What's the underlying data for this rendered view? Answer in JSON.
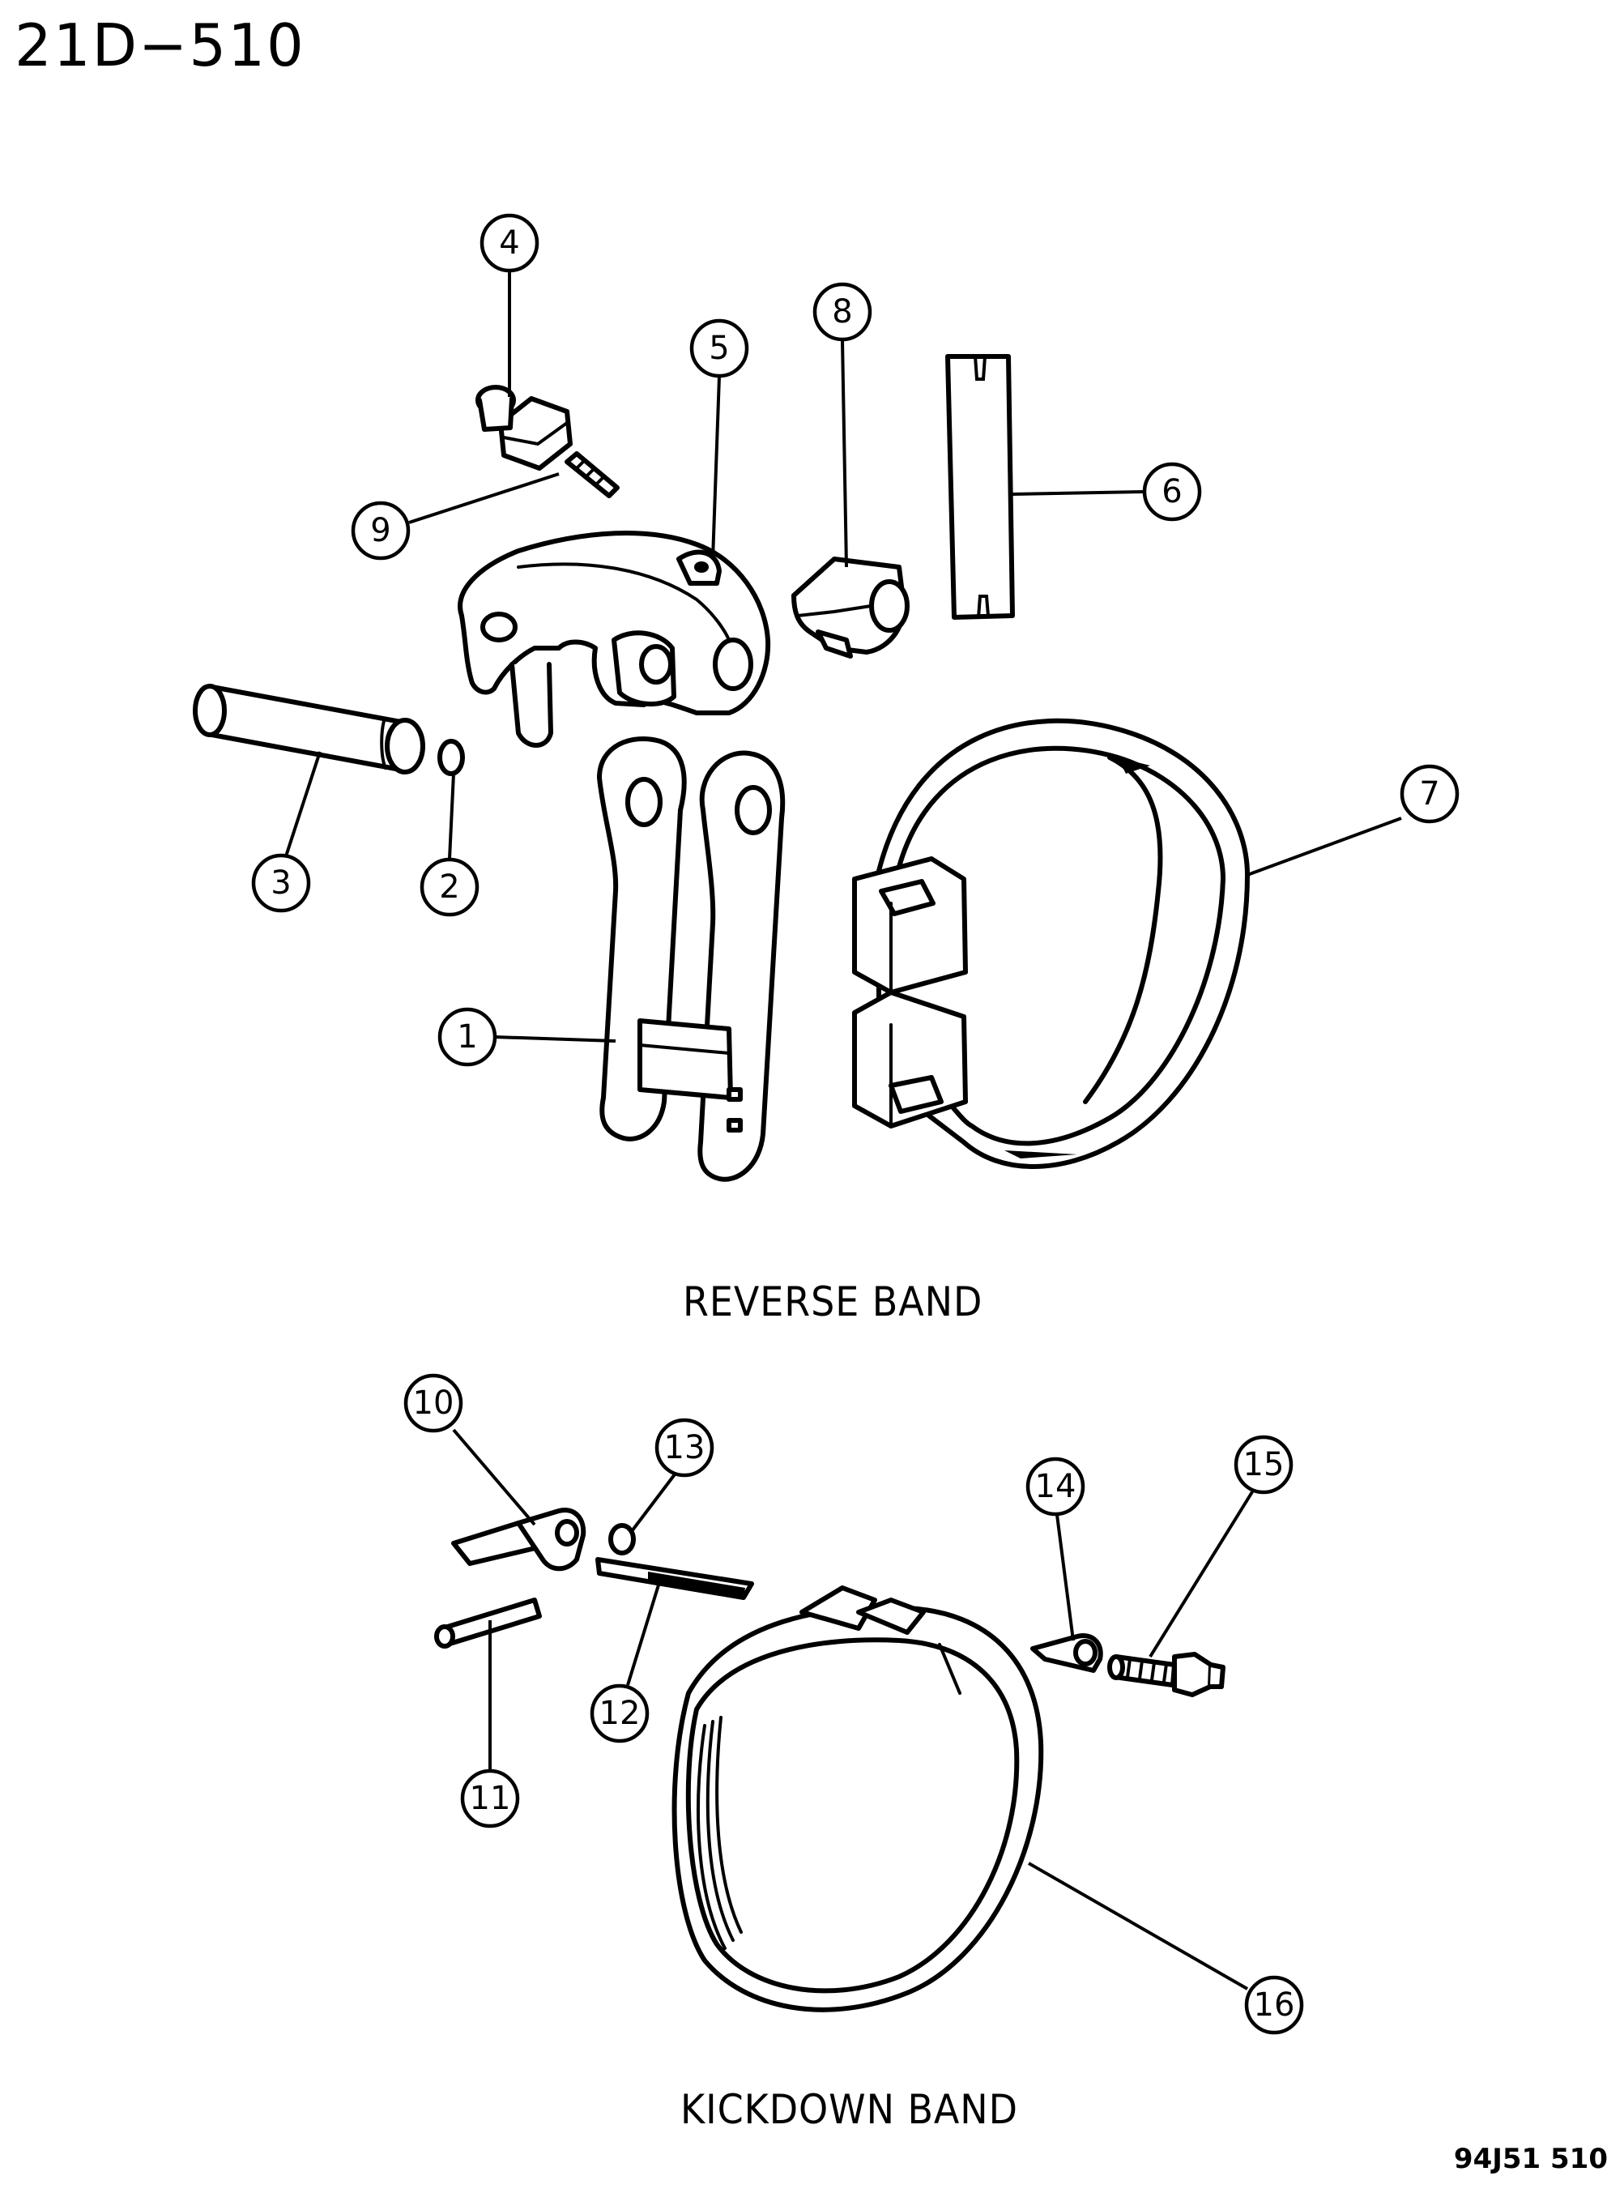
{
  "page_code": "21D−510",
  "figure_code": "94J51 510",
  "sections": {
    "reverse": {
      "title": "REVERSE BAND"
    },
    "kickdown": {
      "title": "KICKDOWN BAND"
    }
  },
  "callouts": [
    {
      "id": "c1",
      "label": "1"
    },
    {
      "id": "c2",
      "label": "2"
    },
    {
      "id": "c3",
      "label": "3"
    },
    {
      "id": "c4",
      "label": "4"
    },
    {
      "id": "c5",
      "label": "5"
    },
    {
      "id": "c6",
      "label": "6"
    },
    {
      "id": "c7",
      "label": "7"
    },
    {
      "id": "c8",
      "label": "8"
    },
    {
      "id": "c9",
      "label": "9"
    },
    {
      "id": "c10",
      "label": "10"
    },
    {
      "id": "c11",
      "label": "11"
    },
    {
      "id": "c12",
      "label": "12"
    },
    {
      "id": "c13",
      "label": "13"
    },
    {
      "id": "c14",
      "label": "14"
    },
    {
      "id": "c15",
      "label": "15"
    },
    {
      "id": "c16",
      "label": "16"
    }
  ]
}
